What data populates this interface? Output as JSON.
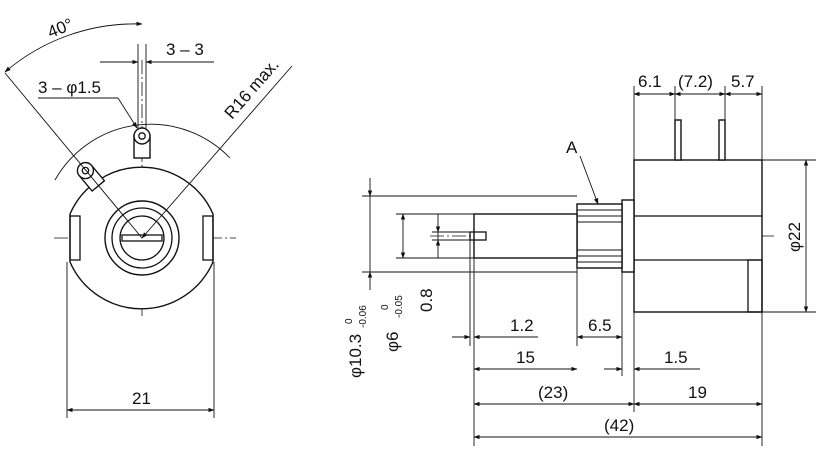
{
  "front_view": {
    "angle_label": "40°",
    "pitch_label": "3 – 3",
    "hole_label": "3 – φ1.5",
    "radius_label": "R16 max.",
    "width_label": "21"
  },
  "side_view": {
    "callout_label": "A",
    "dims_top": [
      "6.1",
      "(7.2)",
      "5.7"
    ],
    "dia_body": "φ22",
    "dia_bush_main": "φ10.3",
    "dia_bush_tol_upper": "0",
    "dia_bush_tol_lower": "-0.06",
    "dia_shaft_main": "φ6",
    "dia_shaft_tol_upper": "0",
    "dia_shaft_tol_lower": "-0.05",
    "slot_width": "0.8",
    "slot_depth": "1.2",
    "bush_len": "6.5",
    "shaft_len": "15",
    "flange": "1.5",
    "front_total": "(23)",
    "body_len": "19",
    "overall": "(42)"
  }
}
